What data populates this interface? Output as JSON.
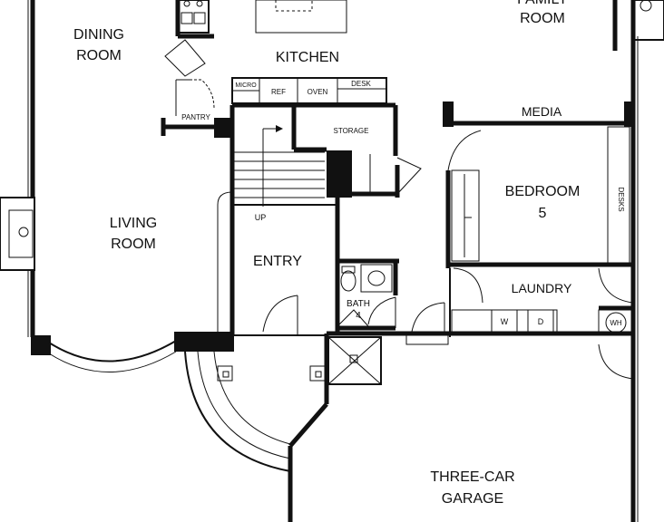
{
  "rooms": {
    "dining": [
      "DINING",
      "ROOM"
    ],
    "kitchen": "KITCHEN",
    "family": [
      "FAMILY",
      "ROOM"
    ],
    "living": [
      "LIVING",
      "ROOM"
    ],
    "entry": "ENTRY",
    "media": "MEDIA",
    "bedroom": [
      "BEDROOM",
      "5"
    ],
    "laundry": "LAUNDRY",
    "bath": [
      "BATH",
      "4"
    ],
    "garage": [
      "THREE-CAR",
      "GARAGE"
    ]
  },
  "fixtures": {
    "pantry": "PANTRY",
    "micro": "MICRO",
    "ref": "REF",
    "oven": "OVEN",
    "desk": "DESK",
    "storage": "STORAGE",
    "up": "UP",
    "desks": "DESKS",
    "washer": "W",
    "dryer": "D",
    "water_heater": "WH"
  }
}
